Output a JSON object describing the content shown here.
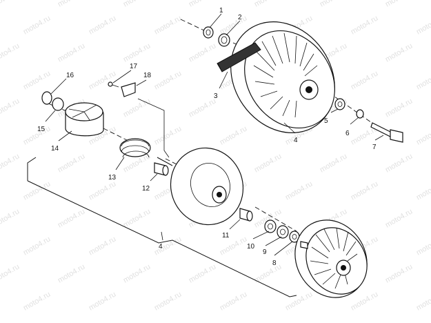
{
  "diagram": {
    "watermark": "moto4.ru",
    "callouts": [
      {
        "id": "1",
        "label": "1"
      },
      {
        "id": "2",
        "label": "2"
      },
      {
        "id": "3",
        "label": "3"
      },
      {
        "id": "4",
        "label": "4"
      },
      {
        "id": "5",
        "label": "5"
      },
      {
        "id": "6",
        "label": "6"
      },
      {
        "id": "7",
        "label": "7"
      },
      {
        "id": "8",
        "label": "8"
      },
      {
        "id": "9",
        "label": "9"
      },
      {
        "id": "10",
        "label": "10"
      },
      {
        "id": "11",
        "label": "11"
      },
      {
        "id": "12",
        "label": "12"
      },
      {
        "id": "13",
        "label": "13"
      },
      {
        "id": "14",
        "label": "14"
      },
      {
        "id": "15",
        "label": "15"
      },
      {
        "id": "16",
        "label": "16"
      },
      {
        "id": "17",
        "label": "17"
      },
      {
        "id": "18",
        "label": "18"
      }
    ],
    "assembly_label": "4"
  }
}
